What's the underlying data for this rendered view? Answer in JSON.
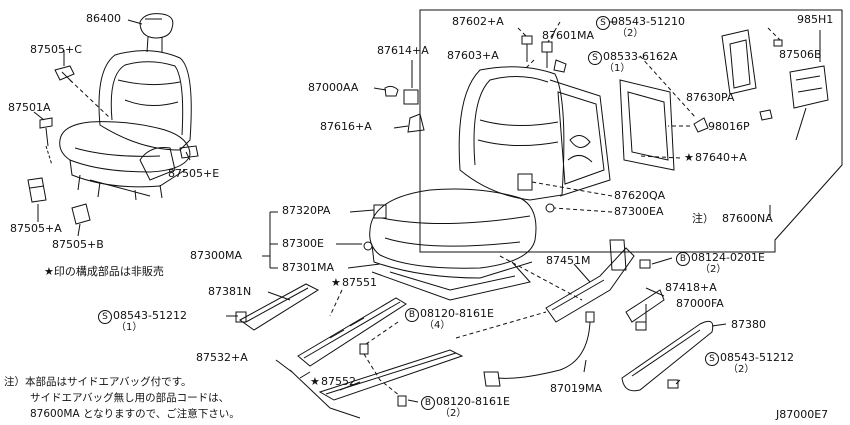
{
  "parts": {
    "p86400": "86400",
    "p87505C": "87505+C",
    "p87501A": "87501A",
    "p87505E": "87505+E",
    "p87505A": "87505+A",
    "p87505B": "87505+B",
    "p87614A": "87614+A",
    "p87000AA": "87000AA",
    "p87616A": "87616+A",
    "p87602A": "87602+A",
    "p87603A": "87603+A",
    "p87601MA": "87601MA",
    "p08543_51210": "08543-51210",
    "p08543_51210_qty": "（2）",
    "p08533_6162A": "08533-6162A",
    "p08533_6162A_qty": "（1）",
    "p985H1": "985H1",
    "p87506B": "87506B",
    "p87630PA": "87630PA",
    "p98016P": "98016P",
    "p87640A": "87640+A",
    "p87620QA": "87620QA",
    "p87300EA": "87300EA",
    "p87600NA": "87600NA",
    "p87320PA": "87320PA",
    "p87300MA": "87300MA",
    "p87300E": "87300E",
    "p87301MA": "87301MA",
    "p87381N": "87381N",
    "p87551": "87551",
    "p08543_51212a": "08543-51212",
    "p08543_51212a_qty": "（1）",
    "p08120_8161Ea": "08120-8161E",
    "p08120_8161Ea_qty": "（4）",
    "p87532A": "87532+A",
    "p87552": "87552",
    "p08120_8161Eb": "08120-8161E",
    "p08120_8161Eb_qty": "（2）",
    "p87451M": "87451M",
    "p08124_0201E": "08124-0201E",
    "p08124_0201E_qty": "（2）",
    "p87418A": "87418+A",
    "p87000FA": "87000FA",
    "p87380": "87380",
    "p08543_51212b": "08543-51212",
    "p08543_51212b_qty": "（2）",
    "p87019MA": "87019MA"
  },
  "symbols": {
    "s": "S",
    "b": "B",
    "star": "★",
    "note_prefix": "注）"
  },
  "notes": {
    "star_note": "★印の構成部品は非販売",
    "footnote_1": "注）本部品はサイドエアバッグ付です。",
    "footnote_2": "サイドエアバッグ無し用の部品コードは、",
    "footnote_3": "87600MA となりますので、ご注意下さい。"
  },
  "diagram_code": "J87000E7"
}
